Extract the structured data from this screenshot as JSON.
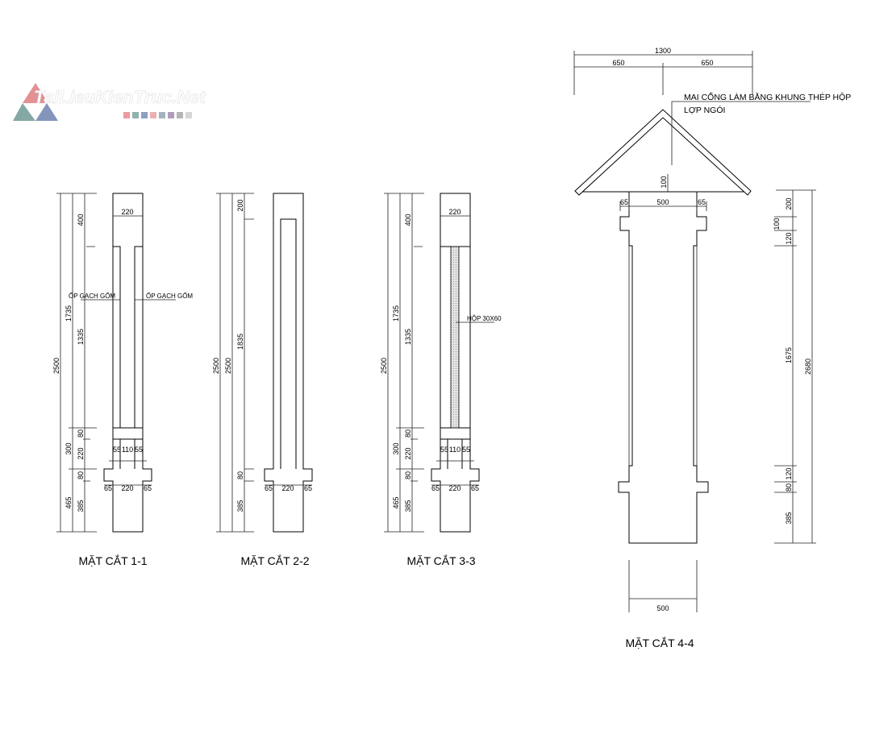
{
  "watermark": {
    "text": "TaiLieuKienTruc.Net",
    "swatches": [
      "#e88a8f",
      "#7fa5a0",
      "#7c8fb8",
      "#e9a3a5",
      "#95a7b3",
      "#a48bb0",
      "#a9a9a9",
      "#cfcfcf"
    ]
  },
  "section1": {
    "title": "MẶT CẮT 1-1",
    "note_left": "ỐP GẠCH GỐM",
    "note_right": "ỐP GẠCH GỐM",
    "dims": {
      "top_width": "220",
      "d400": "400",
      "d1735": "1735",
      "d1335": "1335",
      "d2500": "2500",
      "d80a": "80",
      "d300": "300",
      "d220v": "220",
      "d80b": "80",
      "d465": "465",
      "d385": "385",
      "n55a": "55",
      "n110": "110",
      "n55b": "55",
      "c65a": "65",
      "c220": "220",
      "c65b": "65"
    }
  },
  "section2": {
    "title": "MẶT CẮT 2-2",
    "dims": {
      "d200": "200",
      "d2500a": "2500",
      "d2500b": "2500",
      "d1835": "1835",
      "d80": "80",
      "d385": "385",
      "c65a": "65",
      "c220": "220",
      "c65b": "65"
    }
  },
  "section3": {
    "title": "MẶT CẮT 3-3",
    "note": "HỘP 30X60",
    "dims": {
      "top_width": "220",
      "d400": "400",
      "d1735": "1735",
      "d1335": "1335",
      "d2500": "2500",
      "d80a": "80",
      "d300": "300",
      "d220v": "220",
      "d80b": "80",
      "d465": "465",
      "d385": "385",
      "n55a": "55",
      "n110": "110",
      "n55b": "55",
      "c65a": "65",
      "c220": "220",
      "c65b": "65"
    }
  },
  "section4": {
    "title": "MẶT CẮT 4-4",
    "note_line1": "MAI CỔNG LÀM BẰNG KHUNG THÉP HỘP",
    "note_line2": "LỢP NGÓI",
    "dims": {
      "d1300": "1300",
      "d650a": "650",
      "d650b": "650",
      "d100roof": "100",
      "c65a": "65",
      "c500": "500",
      "c65b": "65",
      "r200": "200",
      "r100": "100",
      "r120a": "120",
      "r1675": "1675",
      "r120b": "120",
      "r80": "80",
      "r385": "385",
      "r2680": "2680",
      "base500": "500"
    }
  }
}
